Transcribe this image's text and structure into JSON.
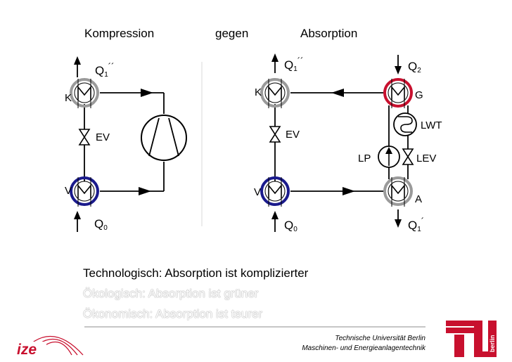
{
  "header": {
    "left_title": "Kompression",
    "middle_title": "gegen",
    "right_title": "Absorption"
  },
  "compression_cycle": {
    "heat_out_label": "Q",
    "heat_out_sub": "1",
    "heat_out_primes": "´´",
    "condenser_label": "K",
    "expansion_valve_label": "EV",
    "evaporator_label": "V",
    "heat_in_label": "Q",
    "heat_in_sub": "0"
  },
  "absorption_cycle": {
    "heat_out_label": "Q",
    "heat_out_sub": "1",
    "heat_out_primes": "´´",
    "generator_heat_label": "Q",
    "generator_heat_sub": "2",
    "condenser_label": "K",
    "generator_label": "G",
    "heat_exchanger_label": "LWT",
    "expansion_valve_label": "EV",
    "pump_label": "LP",
    "solution_valve_label": "LEV",
    "evaporator_label": "V",
    "absorber_label": "A",
    "heat_in_label": "Q",
    "heat_in_sub": "0",
    "absorber_heat_label": "Q",
    "absorber_heat_sub": "1",
    "absorber_heat_prime": "´"
  },
  "statements": [
    "Technologisch: Absorption ist komplizierter",
    "Ökologisch: Absorption ist grüner",
    "Ökonomisch: Absorption ist teurer"
  ],
  "footer": {
    "university": "Technische Universität Berlin",
    "institute": "Maschinen- und Energieanlagentechnik",
    "logo_left_text": "ize",
    "logo_right_text": "berlin"
  },
  "colors": {
    "condenser_ring": "#9a9a9a",
    "evaporator_ring": "#1a1a8c",
    "generator_ring": "#c8102e",
    "absorber_ring": "#9a9a9a",
    "tu_logo": "#c8102e",
    "ize_logo": "#c8102e"
  }
}
